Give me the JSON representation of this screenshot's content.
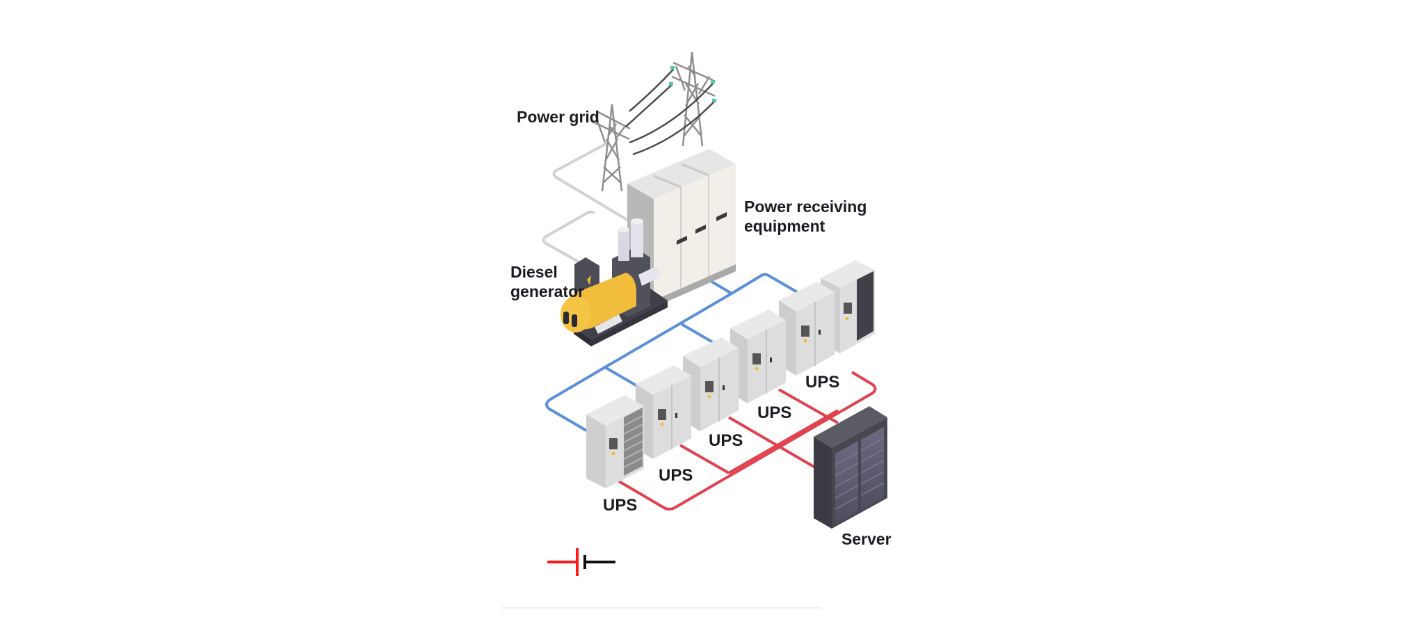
{
  "diagram": {
    "title": "Data center power supply configuration",
    "labels": {
      "power_grid": "Power grid",
      "power_receiving_line1": "Power receiving",
      "power_receiving_line2": "equipment",
      "diesel_line1": "Diesel",
      "diesel_line2": "generator",
      "server": "Server"
    },
    "ups_units": [
      {
        "label": "UPS"
      },
      {
        "label": "UPS"
      },
      {
        "label": "UPS"
      },
      {
        "label": "UPS"
      },
      {
        "label": "UPS"
      }
    ],
    "connections": [
      {
        "from": "Power grid",
        "to": "Power receiving equipment",
        "color": "#cfcfcf"
      },
      {
        "from": "Diesel generator",
        "to": "Power receiving equipment",
        "color": "#cfcfcf"
      },
      {
        "from": "Power receiving equipment",
        "to": "UPS",
        "color": "#5b8fd9"
      },
      {
        "from": "UPS",
        "to": "Server",
        "color": "#e0434f"
      }
    ],
    "legend": {
      "symbol": "battery-symbol",
      "positive_color": "#ff1a1a",
      "negative_color": "#111111"
    },
    "colors": {
      "ac_line": "#5b8fd9",
      "dc_line": "#e0434f",
      "grid_line": "#cfcfcf",
      "generator": "#f2bd3a",
      "cabinet": "#dcdcdc",
      "server": "#4a4b55"
    }
  }
}
